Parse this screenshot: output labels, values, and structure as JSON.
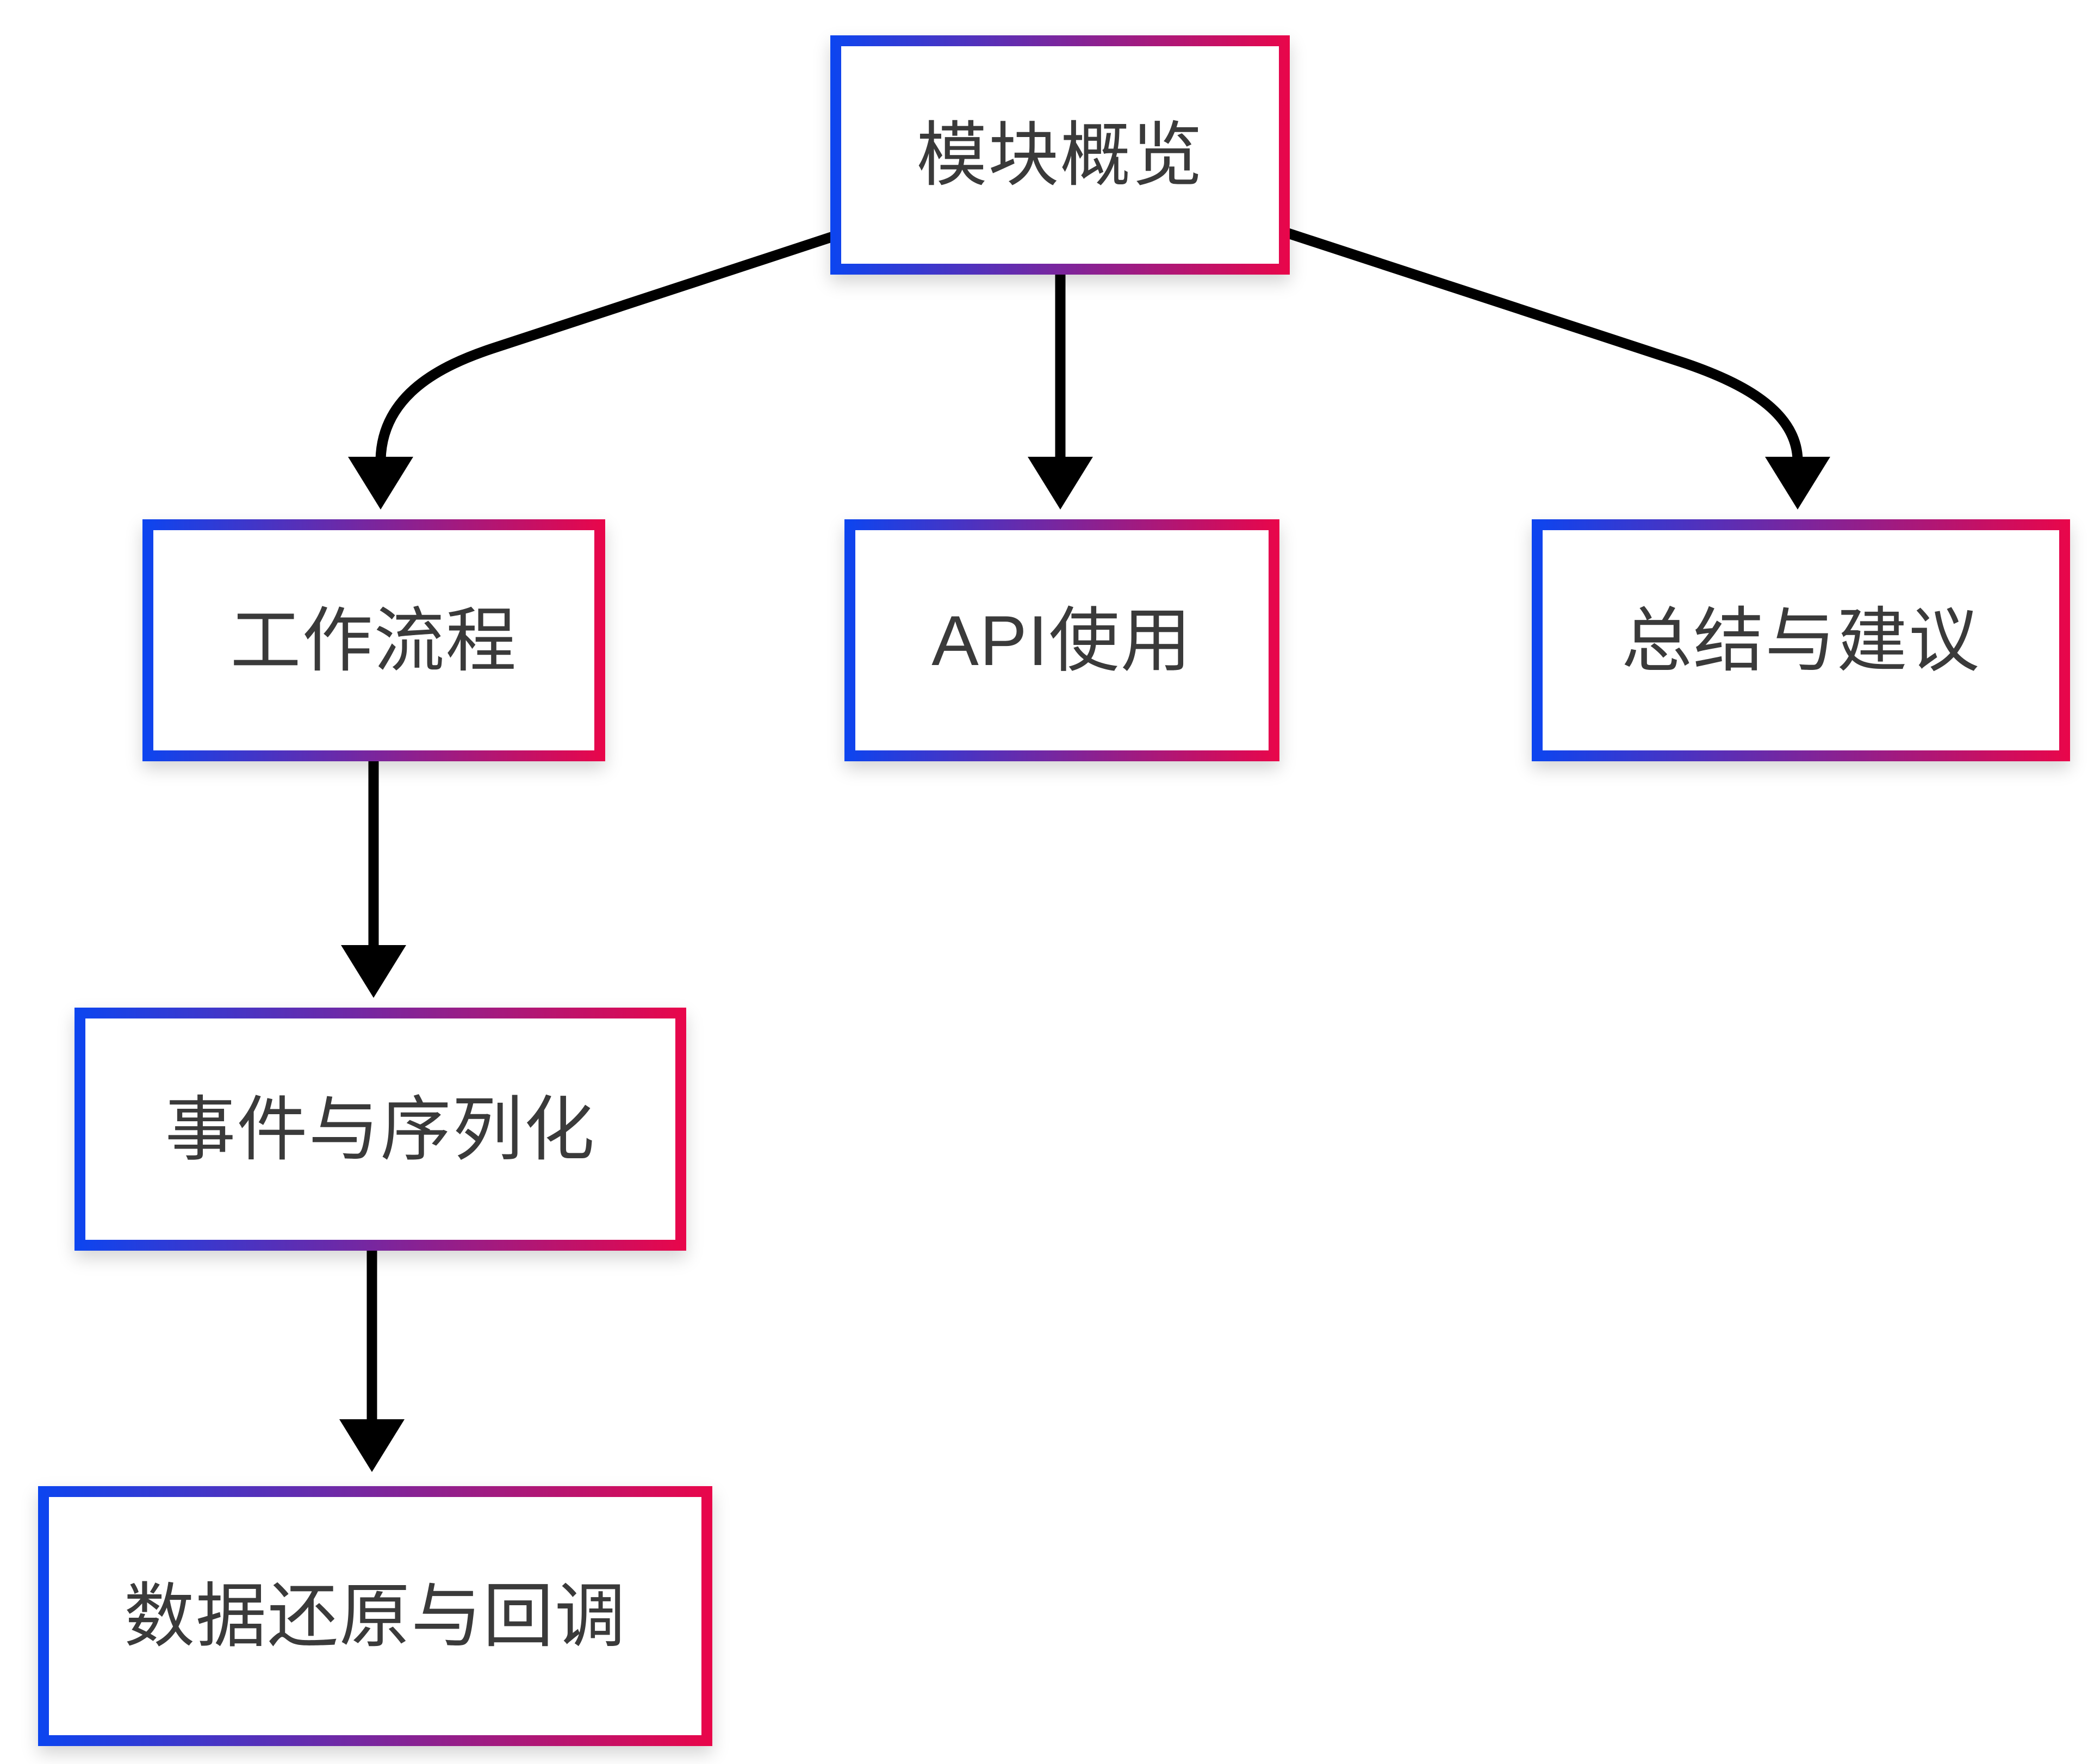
{
  "diagram": {
    "type": "flowchart",
    "background_color": "#ffffff",
    "node_border_gradient": {
      "left": "#0c45f0",
      "right": "#e9064a"
    },
    "node_fill_color": "#ffffff",
    "node_text_color": "#3a3a3a",
    "arrow_color": "#000000",
    "nodes": [
      {
        "id": "overview",
        "label": "模块概览"
      },
      {
        "id": "workflow",
        "label": "工作流程"
      },
      {
        "id": "api",
        "label": "API使用"
      },
      {
        "id": "summary",
        "label": "总结与建议"
      },
      {
        "id": "events",
        "label": "事件与序列化"
      },
      {
        "id": "restore",
        "label": "数据还原与回调"
      }
    ],
    "edges": [
      {
        "from": "模块概览",
        "to": "工作流程"
      },
      {
        "from": "模块概览",
        "to": "API使用"
      },
      {
        "from": "模块概览",
        "to": "总结与建议"
      },
      {
        "from": "工作流程",
        "to": "事件与序列化"
      },
      {
        "from": "事件与序列化",
        "to": "数据还原与回调"
      }
    ]
  }
}
